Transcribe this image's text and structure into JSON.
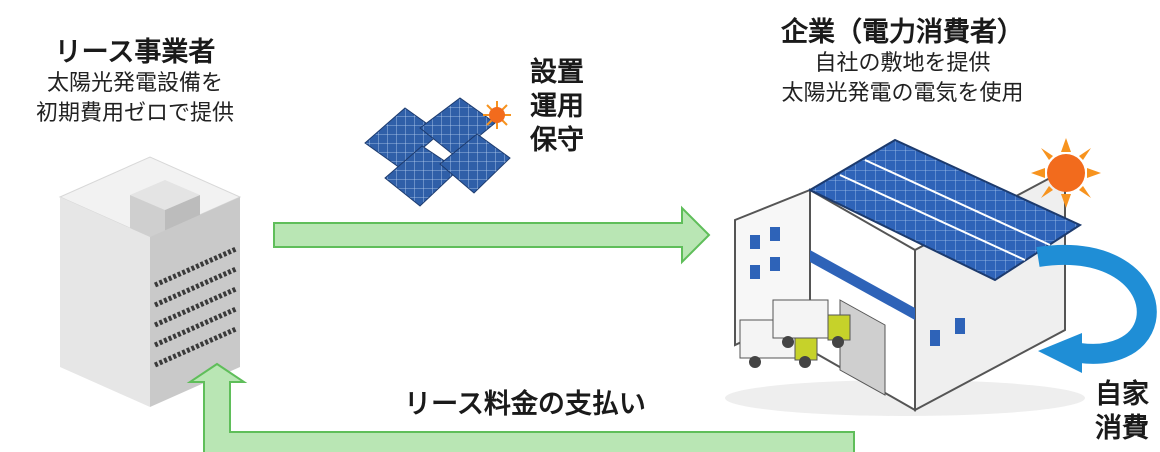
{
  "lessor": {
    "title": "リース事業者",
    "line1": "太陽光発電設備を",
    "line2": "初期費用ゼロで提供"
  },
  "service": {
    "line1": "設置",
    "line2": "運用",
    "line3": "保守"
  },
  "company": {
    "title": "企業（電力消費者）",
    "line1": "自社の敷地を提供",
    "line2": "太陽光発電の電気を使用"
  },
  "payment": {
    "label": "リース料金の支払い"
  },
  "self_consumption": {
    "line1": "自家",
    "line2": "消費"
  },
  "colors": {
    "arrow_fill": "#b9e6b4",
    "arrow_stroke": "#5fbe5a",
    "panel_blue": "#2f5fa8",
    "sun_orange": "#f7931e",
    "curve_arrow": "#1f8ed6"
  }
}
